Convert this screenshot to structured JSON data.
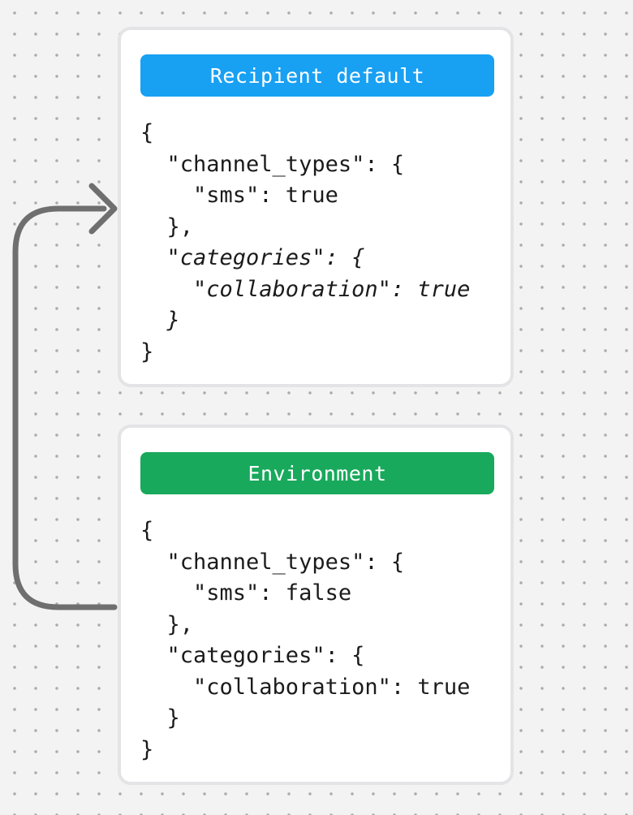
{
  "page": {
    "background_color": "#f3f3f4",
    "dot_color": "#ababab"
  },
  "connector": {
    "description": "arrow from environment card to recipient default card",
    "color": "#6f6f6f"
  },
  "cards": [
    {
      "name": "recipient-default",
      "header": {
        "label": "Recipient default",
        "background_color": "#18a0f3",
        "text_color": "#ffffff"
      },
      "code_lines": [
        {
          "text": "{",
          "emphasis": false
        },
        {
          "text": "  \"channel_types\": {",
          "emphasis": false
        },
        {
          "text": "    \"sms\": true",
          "emphasis": false
        },
        {
          "text": "  },",
          "emphasis": false
        },
        {
          "text": "  \"categories\": {",
          "emphasis": true
        },
        {
          "text": "    \"collaboration\": true",
          "emphasis": true
        },
        {
          "text": "  }",
          "emphasis": true
        },
        {
          "text": "}",
          "emphasis": false
        }
      ]
    },
    {
      "name": "environment",
      "header": {
        "label": "Environment",
        "background_color": "#18a95c",
        "text_color": "#ffffff"
      },
      "code_lines": [
        {
          "text": "{",
          "emphasis": false
        },
        {
          "text": "  \"channel_types\": {",
          "emphasis": false
        },
        {
          "text": "    \"sms\": false",
          "emphasis": false
        },
        {
          "text": "  },",
          "emphasis": false
        },
        {
          "text": "  \"categories\": {",
          "emphasis": false
        },
        {
          "text": "    \"collaboration\": true",
          "emphasis": false
        },
        {
          "text": "  }",
          "emphasis": false
        },
        {
          "text": "}",
          "emphasis": false
        }
      ]
    }
  ]
}
